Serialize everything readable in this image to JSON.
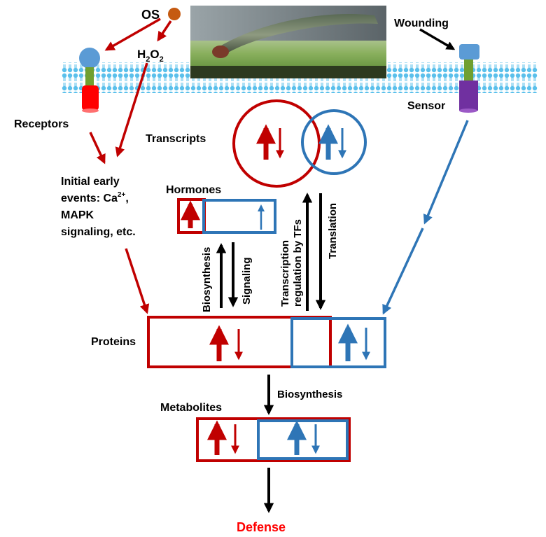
{
  "labels": {
    "os": "OS",
    "h2o2": "H",
    "h2o2_sub1": "2",
    "h2o2_o": "O",
    "h2o2_sub2": "2",
    "wounding": "Wounding",
    "receptors": "Receptors",
    "sensor": "Sensor",
    "transcripts": "Transcripts",
    "initial_line1": "Initial early",
    "initial_line2_a": "events: Ca",
    "initial_line2_sup": "2+",
    "initial_line2_b": ",",
    "initial_line3": "MAPK",
    "initial_line4": "signaling, etc.",
    "hormones": "Hormones",
    "biosynthesis_vertical": "Biosynthesis",
    "signaling": "Signaling",
    "transcription_line1": "Transcription",
    "transcription_line2": "regulation by TFs",
    "translation": "Translation",
    "proteins": "Proteins",
    "biosynthesis_horizontal": "Biosynthesis",
    "metabolites": "Metabolites",
    "defense": "Defense"
  },
  "colors": {
    "red": "#c00000",
    "blue": "#2e75b6",
    "membrane": "#5bc0eb",
    "defense": "#ff0000",
    "receptor_red": "#ff0000",
    "sensor_purple": "#7030a0",
    "os_dot": "#c55a11"
  }
}
